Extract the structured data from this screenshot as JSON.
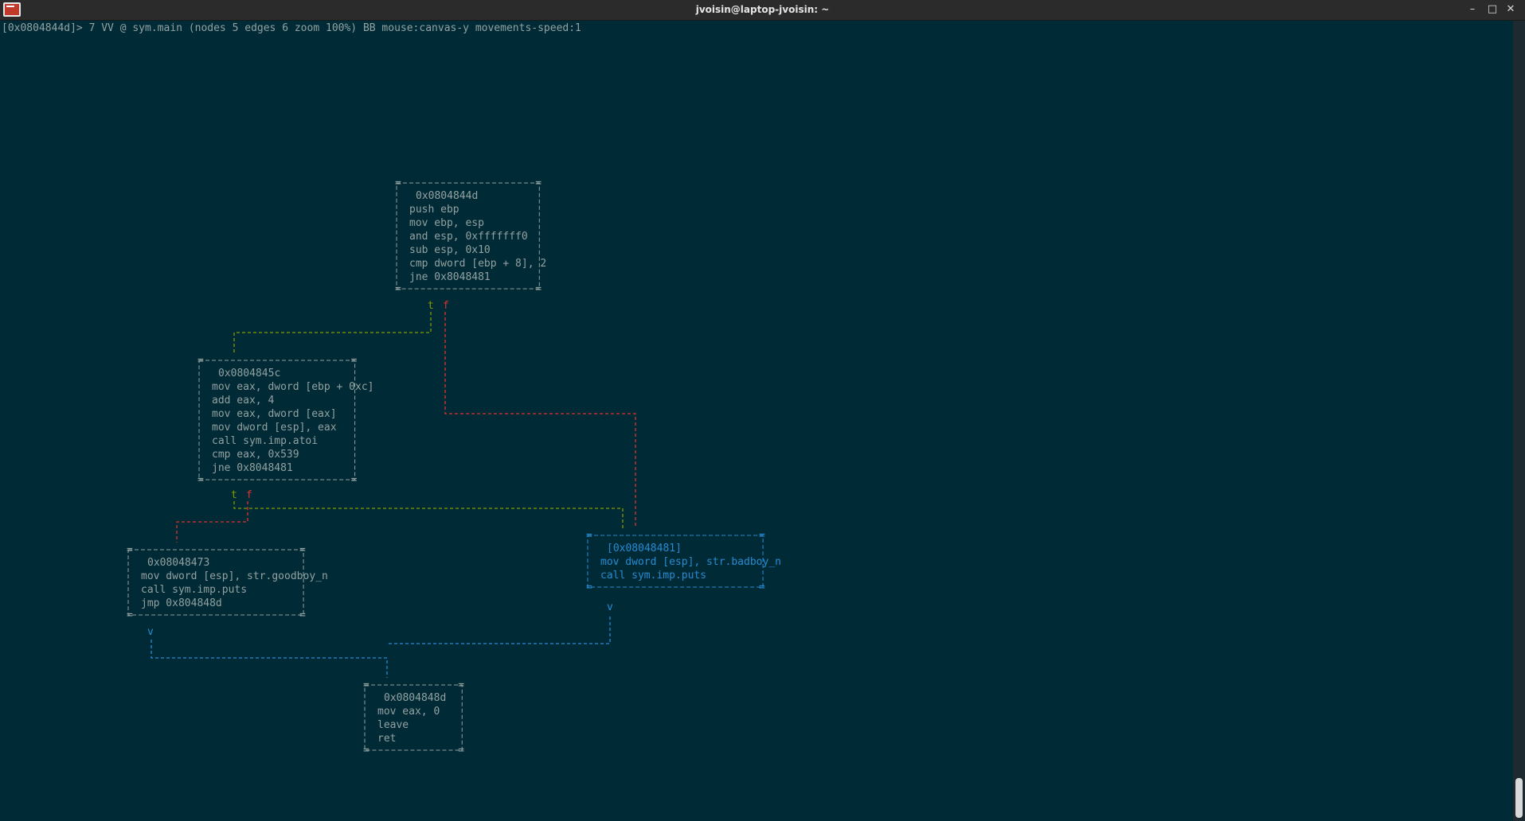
{
  "window": {
    "title": "jvoisin@laptop-jvoisin: ~",
    "minimize": "–",
    "maximize": "□",
    "close": "✕",
    "icon": "terminal-icon"
  },
  "terminal": {
    "prompt": "[0x0804844d]> 7 VV @ sym.main (nodes 5 edges 6 zoom 100%) BB mouse:canvas-y movements-speed:1"
  },
  "colors": {
    "background": "#002b36",
    "text": "#93a1a1",
    "true_edge": "#859900",
    "false_edge": "#dc322f",
    "jump_edge": "#268bd2",
    "selected_box": "#268bd2"
  },
  "graph": {
    "nodes": [
      {
        "id": "block-0x0804844d",
        "header": "0x0804844d",
        "lines": [
          "push ebp",
          "mov ebp, esp",
          "and esp, 0xfffffff0",
          "sub esp, 0x10",
          "cmp dword [ebp + 8], 2",
          "jne 0x8048481"
        ]
      },
      {
        "id": "block-0x0804845c",
        "header": "0x0804845c",
        "lines": [
          "mov eax, dword [ebp + 0xc]",
          "add eax, 4",
          "mov eax, dword [eax]",
          "mov dword [esp], eax",
          "call sym.imp.atoi",
          "cmp eax, 0x539",
          "jne 0x8048481"
        ]
      },
      {
        "id": "block-0x08048473",
        "header": "0x08048473",
        "lines": [
          "mov dword [esp], str.goodboy_n",
          "call sym.imp.puts",
          "jmp 0x804848d"
        ]
      },
      {
        "id": "block-0x08048481",
        "header": "[0x08048481]",
        "lines": [
          "mov dword [esp], str.badboy_n",
          "call sym.imp.puts"
        ],
        "selected": true
      },
      {
        "id": "block-0x0804848d",
        "header": "0x0804848d",
        "lines": [
          "mov eax, 0",
          "leave",
          "ret"
        ]
      }
    ],
    "edge_labels": {
      "true": "t",
      "false": "f",
      "arrow": "v"
    }
  }
}
